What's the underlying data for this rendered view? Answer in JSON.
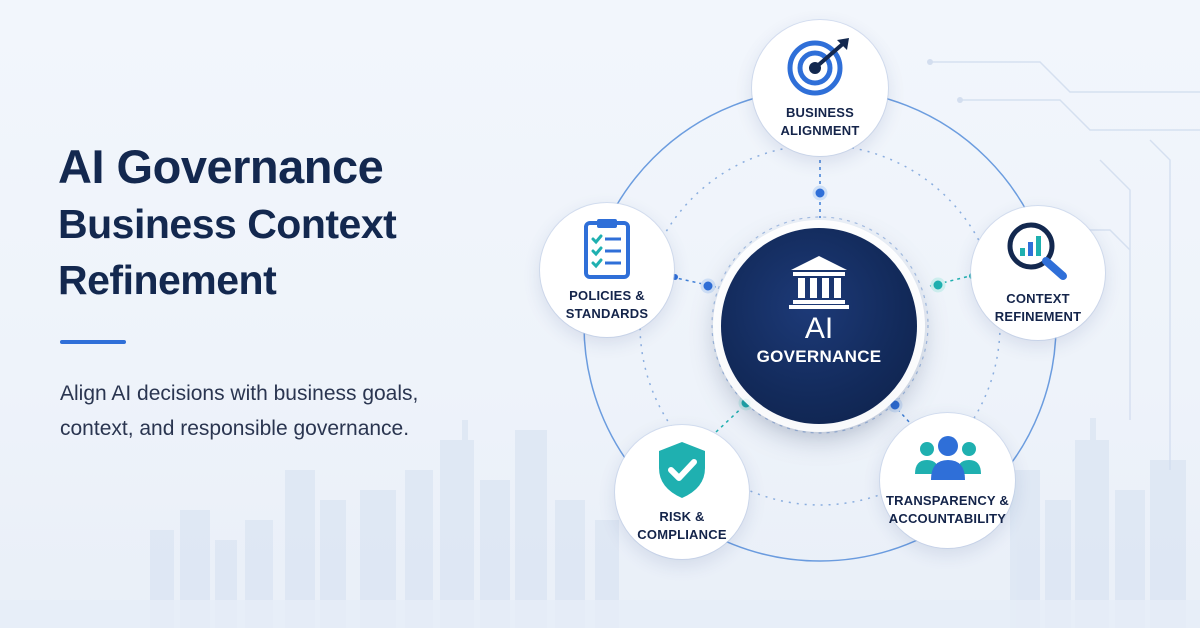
{
  "headline": {
    "line1": "AI Governance",
    "line2": "Business Context",
    "line3": "Refinement"
  },
  "subtitle": {
    "line1": "Align AI decisions with business goals,",
    "line2": "context, and responsible governance."
  },
  "center": {
    "line1": "AI",
    "line2": "GOVERNANCE",
    "icon": "government-building-icon"
  },
  "nodes": {
    "business_alignment": {
      "line1": "BUSINESS",
      "line2": "ALIGNMENT",
      "icon": "target-arrow-icon"
    },
    "context_refinement": {
      "line1": "CONTEXT",
      "line2": "REFINEMENT",
      "icon": "magnifier-chart-icon"
    },
    "transparency": {
      "line1": "TRANSPARENCY &",
      "line2": "ACCOUNTABILITY",
      "icon": "people-group-icon"
    },
    "risk": {
      "line1": "RISK &",
      "line2": "COMPLIANCE",
      "icon": "shield-check-icon"
    },
    "policies": {
      "line1": "POLICIES &",
      "line2": "STANDARDS",
      "icon": "clipboard-checklist-icon"
    }
  },
  "colors": {
    "navy": "#13284f",
    "accent_blue": "#2f6fd8",
    "teal": "#1fb0b0",
    "center_fill": "#132b5c"
  }
}
